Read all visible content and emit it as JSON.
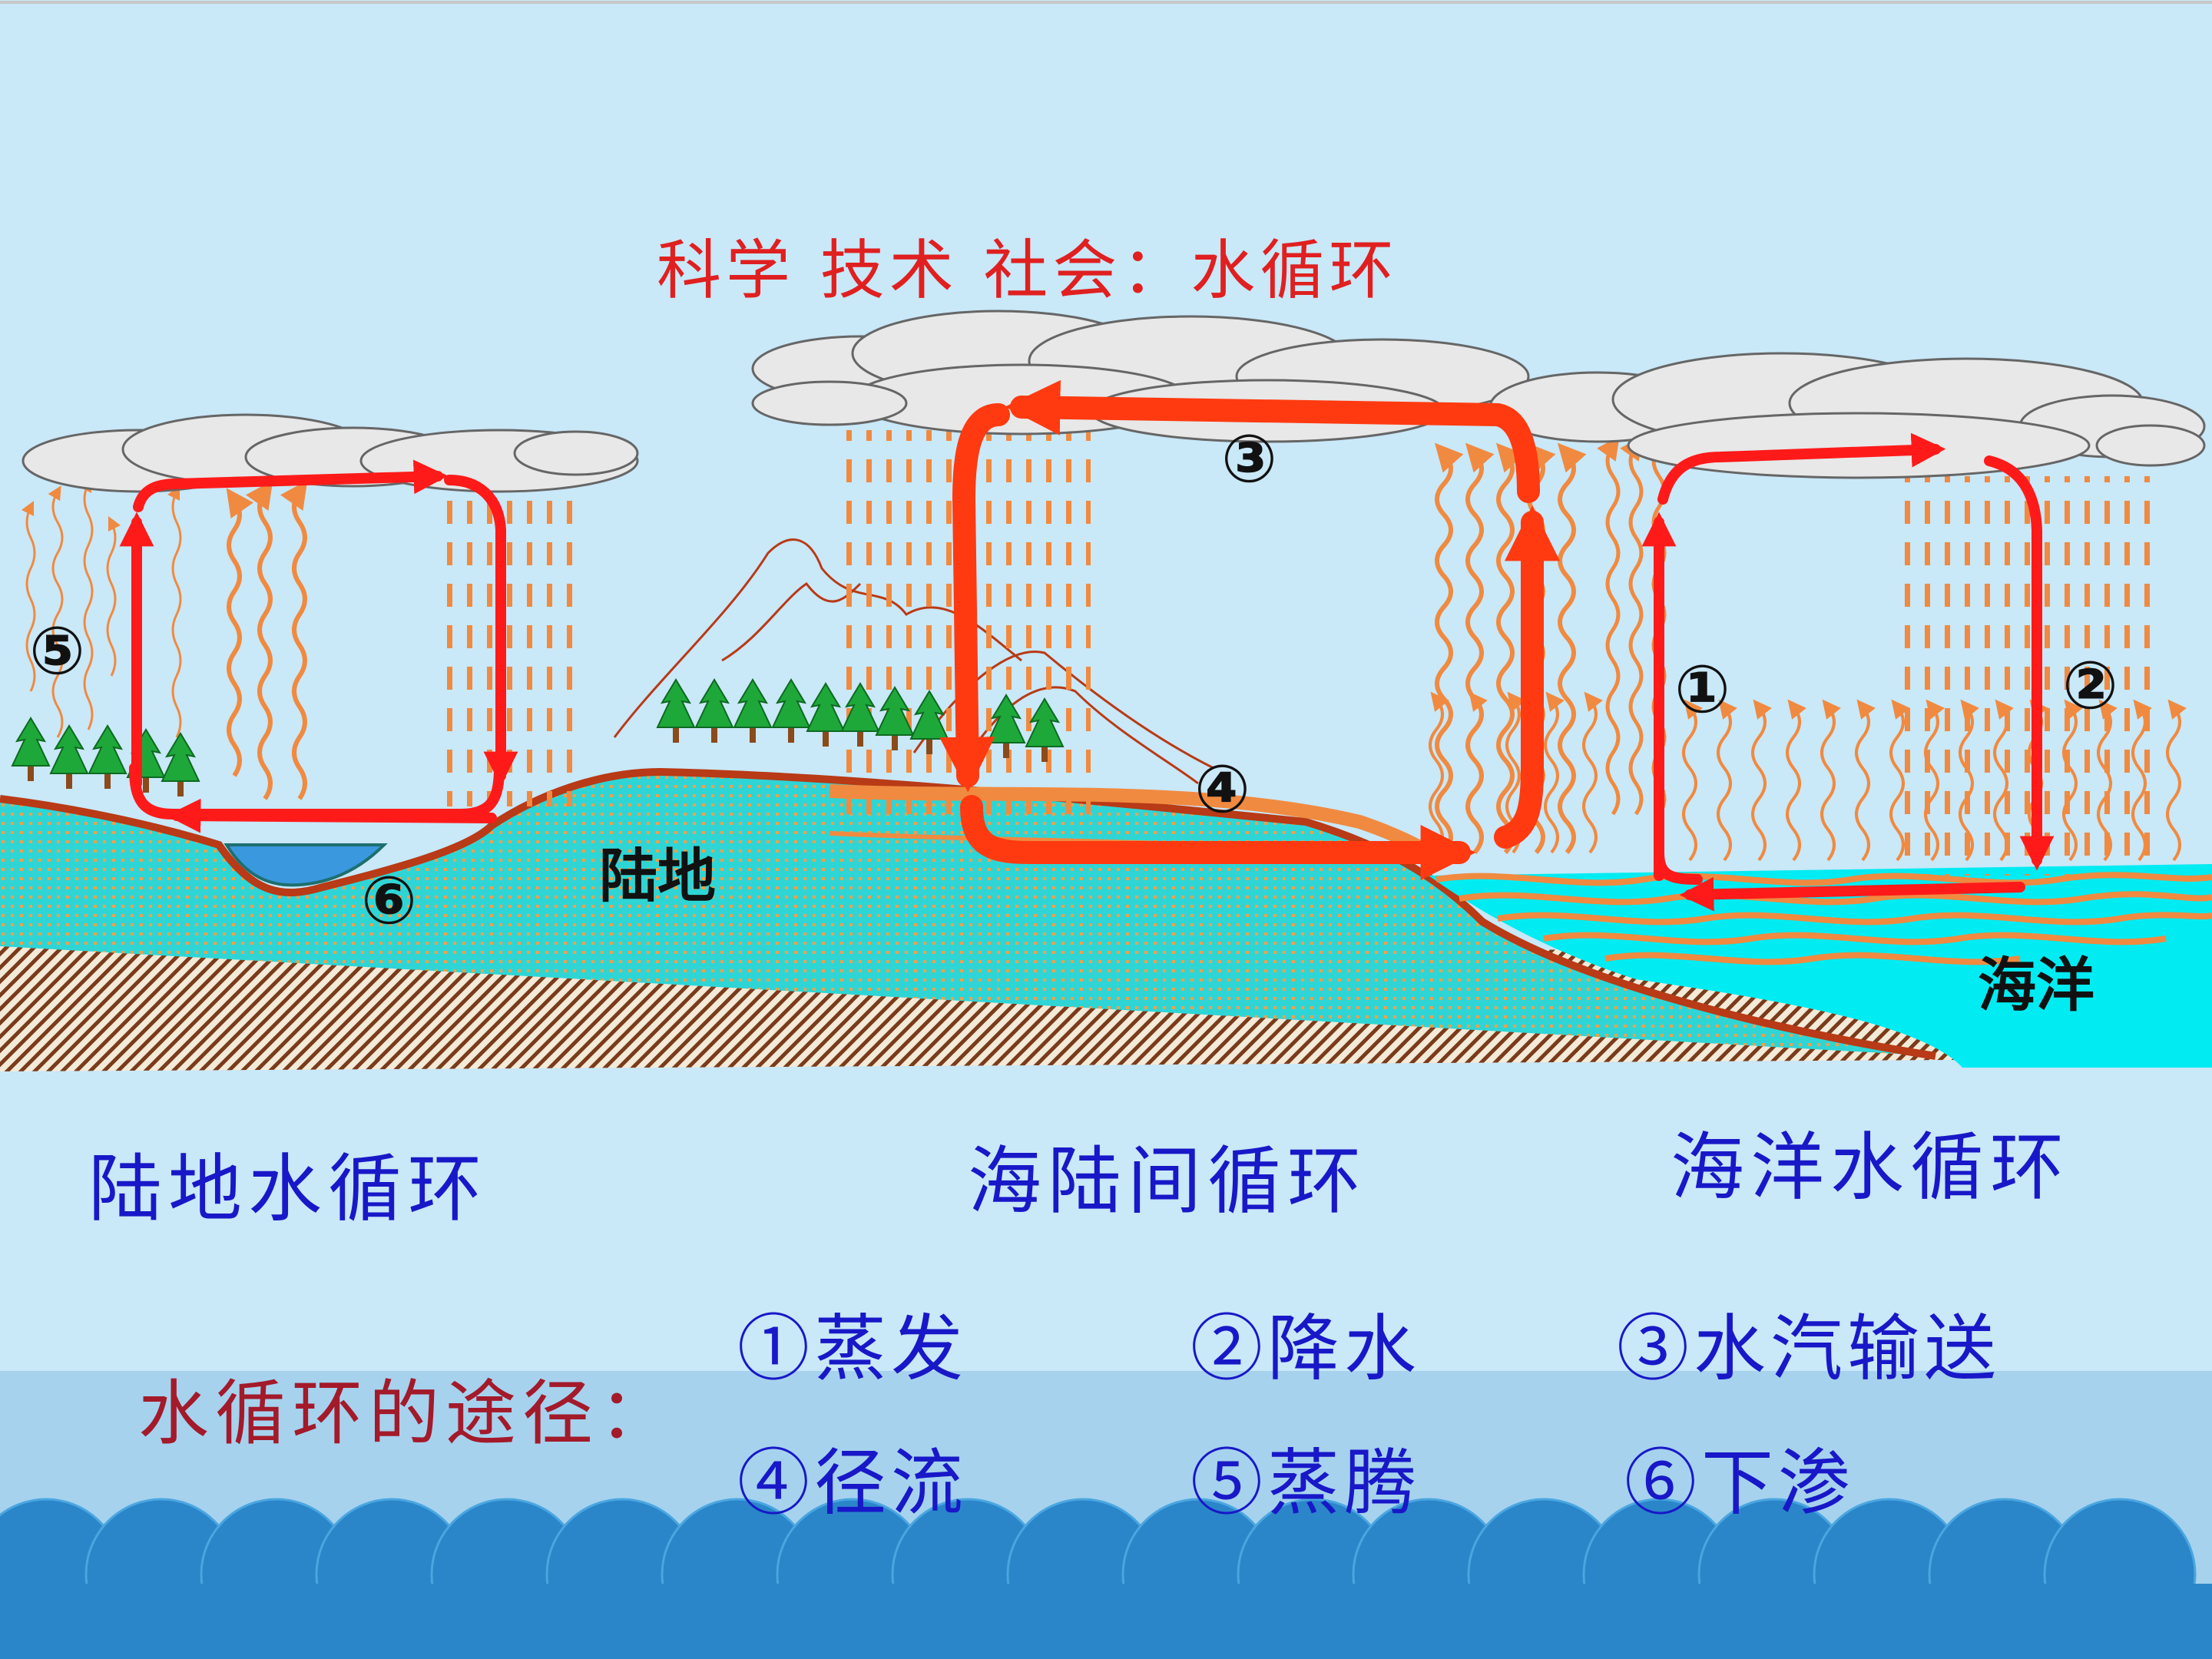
{
  "title": "科学  技术  社会：水循环",
  "markers": {
    "m1": "①",
    "m2": "②",
    "m3": "③",
    "m4": "④",
    "m5": "⑤",
    "m6": "⑥"
  },
  "places": {
    "land": "陆地",
    "ocean": "海洋"
  },
  "cycles": {
    "land": "陆地水循环",
    "sea_land": "海陆间循环",
    "ocean": "海洋水循环"
  },
  "routes": {
    "label": "水循环的途径：",
    "items": [
      "①蒸发",
      "②降水",
      "③水汽输送",
      "④径流",
      "⑤蒸腾",
      "⑥下渗"
    ]
  },
  "colors": {
    "sky": "#c9e8f8",
    "arrow": "#ff1a1a",
    "vapor": "#f08a40",
    "land_fill": "#2fd5d5",
    "bedrock": "#7a3b1a",
    "ocean": "#00ecf2",
    "cycle_text": "#1818c8",
    "title_text": "#e02020",
    "bubble_blue": "#2a86c8",
    "band_blue": "#a6d2ee"
  }
}
